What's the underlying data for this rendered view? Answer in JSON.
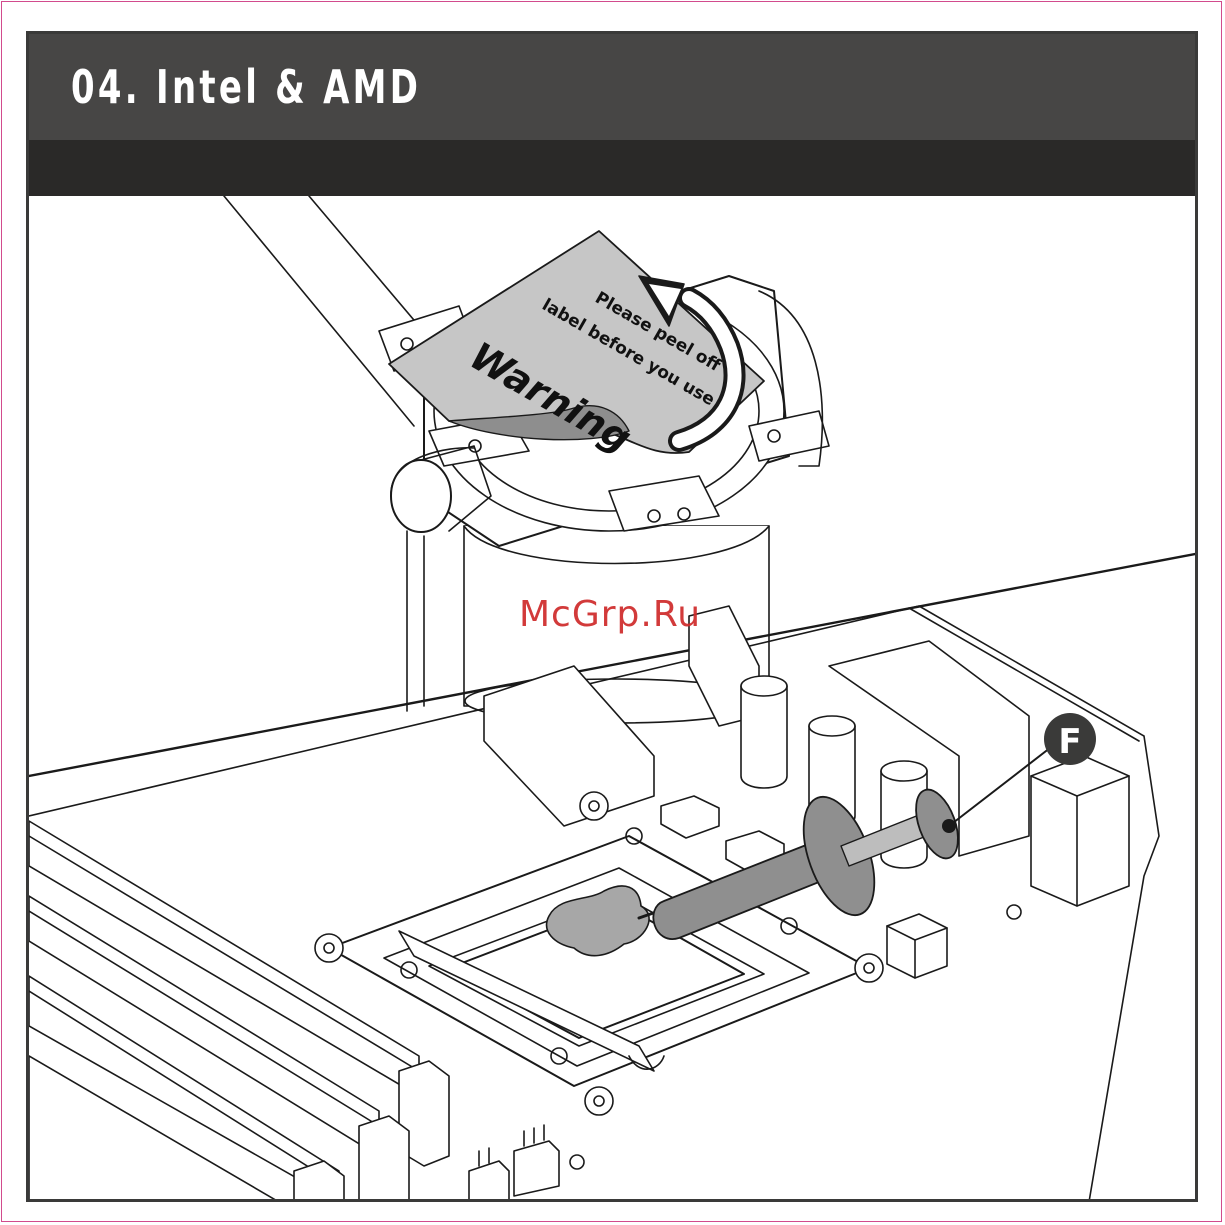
{
  "header": {
    "title": "04. Intel & AMD"
  },
  "illustration": {
    "warning_label": {
      "heading": "Warning",
      "line1": "Please peel off",
      "line2": "label before you use it"
    },
    "callout_letter": "F"
  },
  "watermark": "McGrp.Ru",
  "colors": {
    "title_bar": "#474645",
    "sub_bar": "#2a2928",
    "border_accent": "#d24b8d",
    "watermark": "#cf2a2a",
    "line_art": "#1a1a1a",
    "label_grey": "#c6c6c6"
  }
}
